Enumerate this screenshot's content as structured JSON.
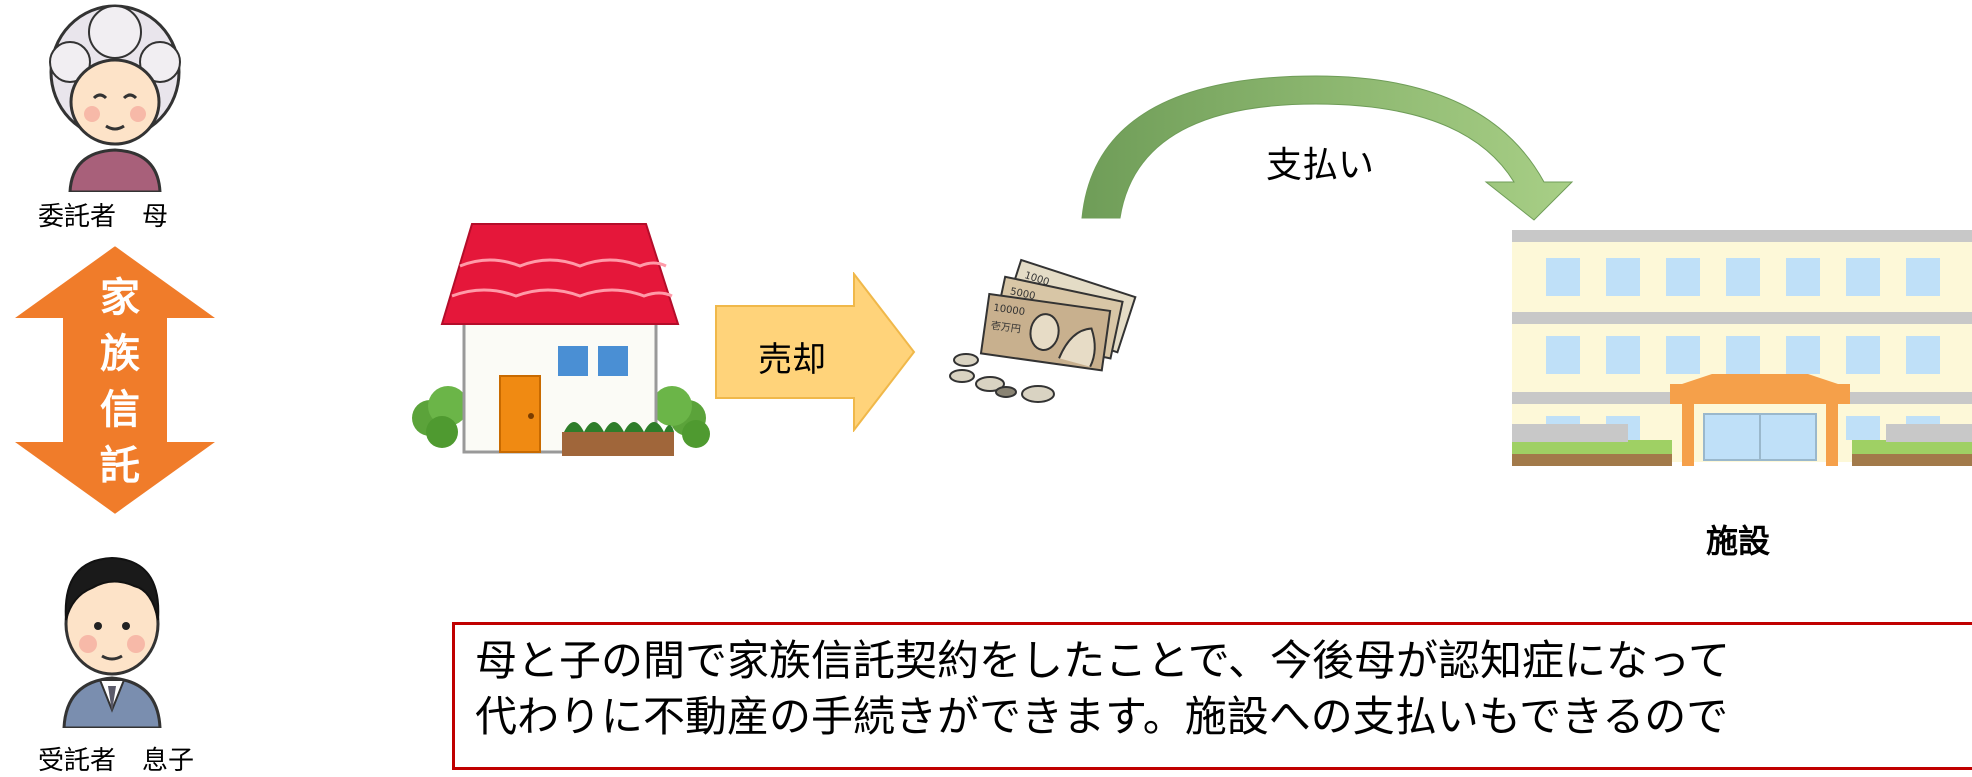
{
  "mother_label": "委託者　母",
  "son_label": "受託者　息子",
  "trust_label": [
    "家",
    "族",
    "信",
    "託"
  ],
  "sell_label": "売却",
  "pay_label": "支払い",
  "facility_label": "施設",
  "caption": [
    "母と子の間で家族信託契約をしたことで、今後母が認知症になって",
    "代わりに不動産の手続きができます。施設への支払いもできるので"
  ],
  "banknote_text": [
    "1000",
    "5000",
    "10000",
    "壱万円"
  ],
  "colors": {
    "trust_arrow": "#f07c2a",
    "sell_arrow": "#ffd37a",
    "pay_arrow": "#7aa960",
    "caption_border": "#c00000",
    "roof": "#e5173a"
  }
}
